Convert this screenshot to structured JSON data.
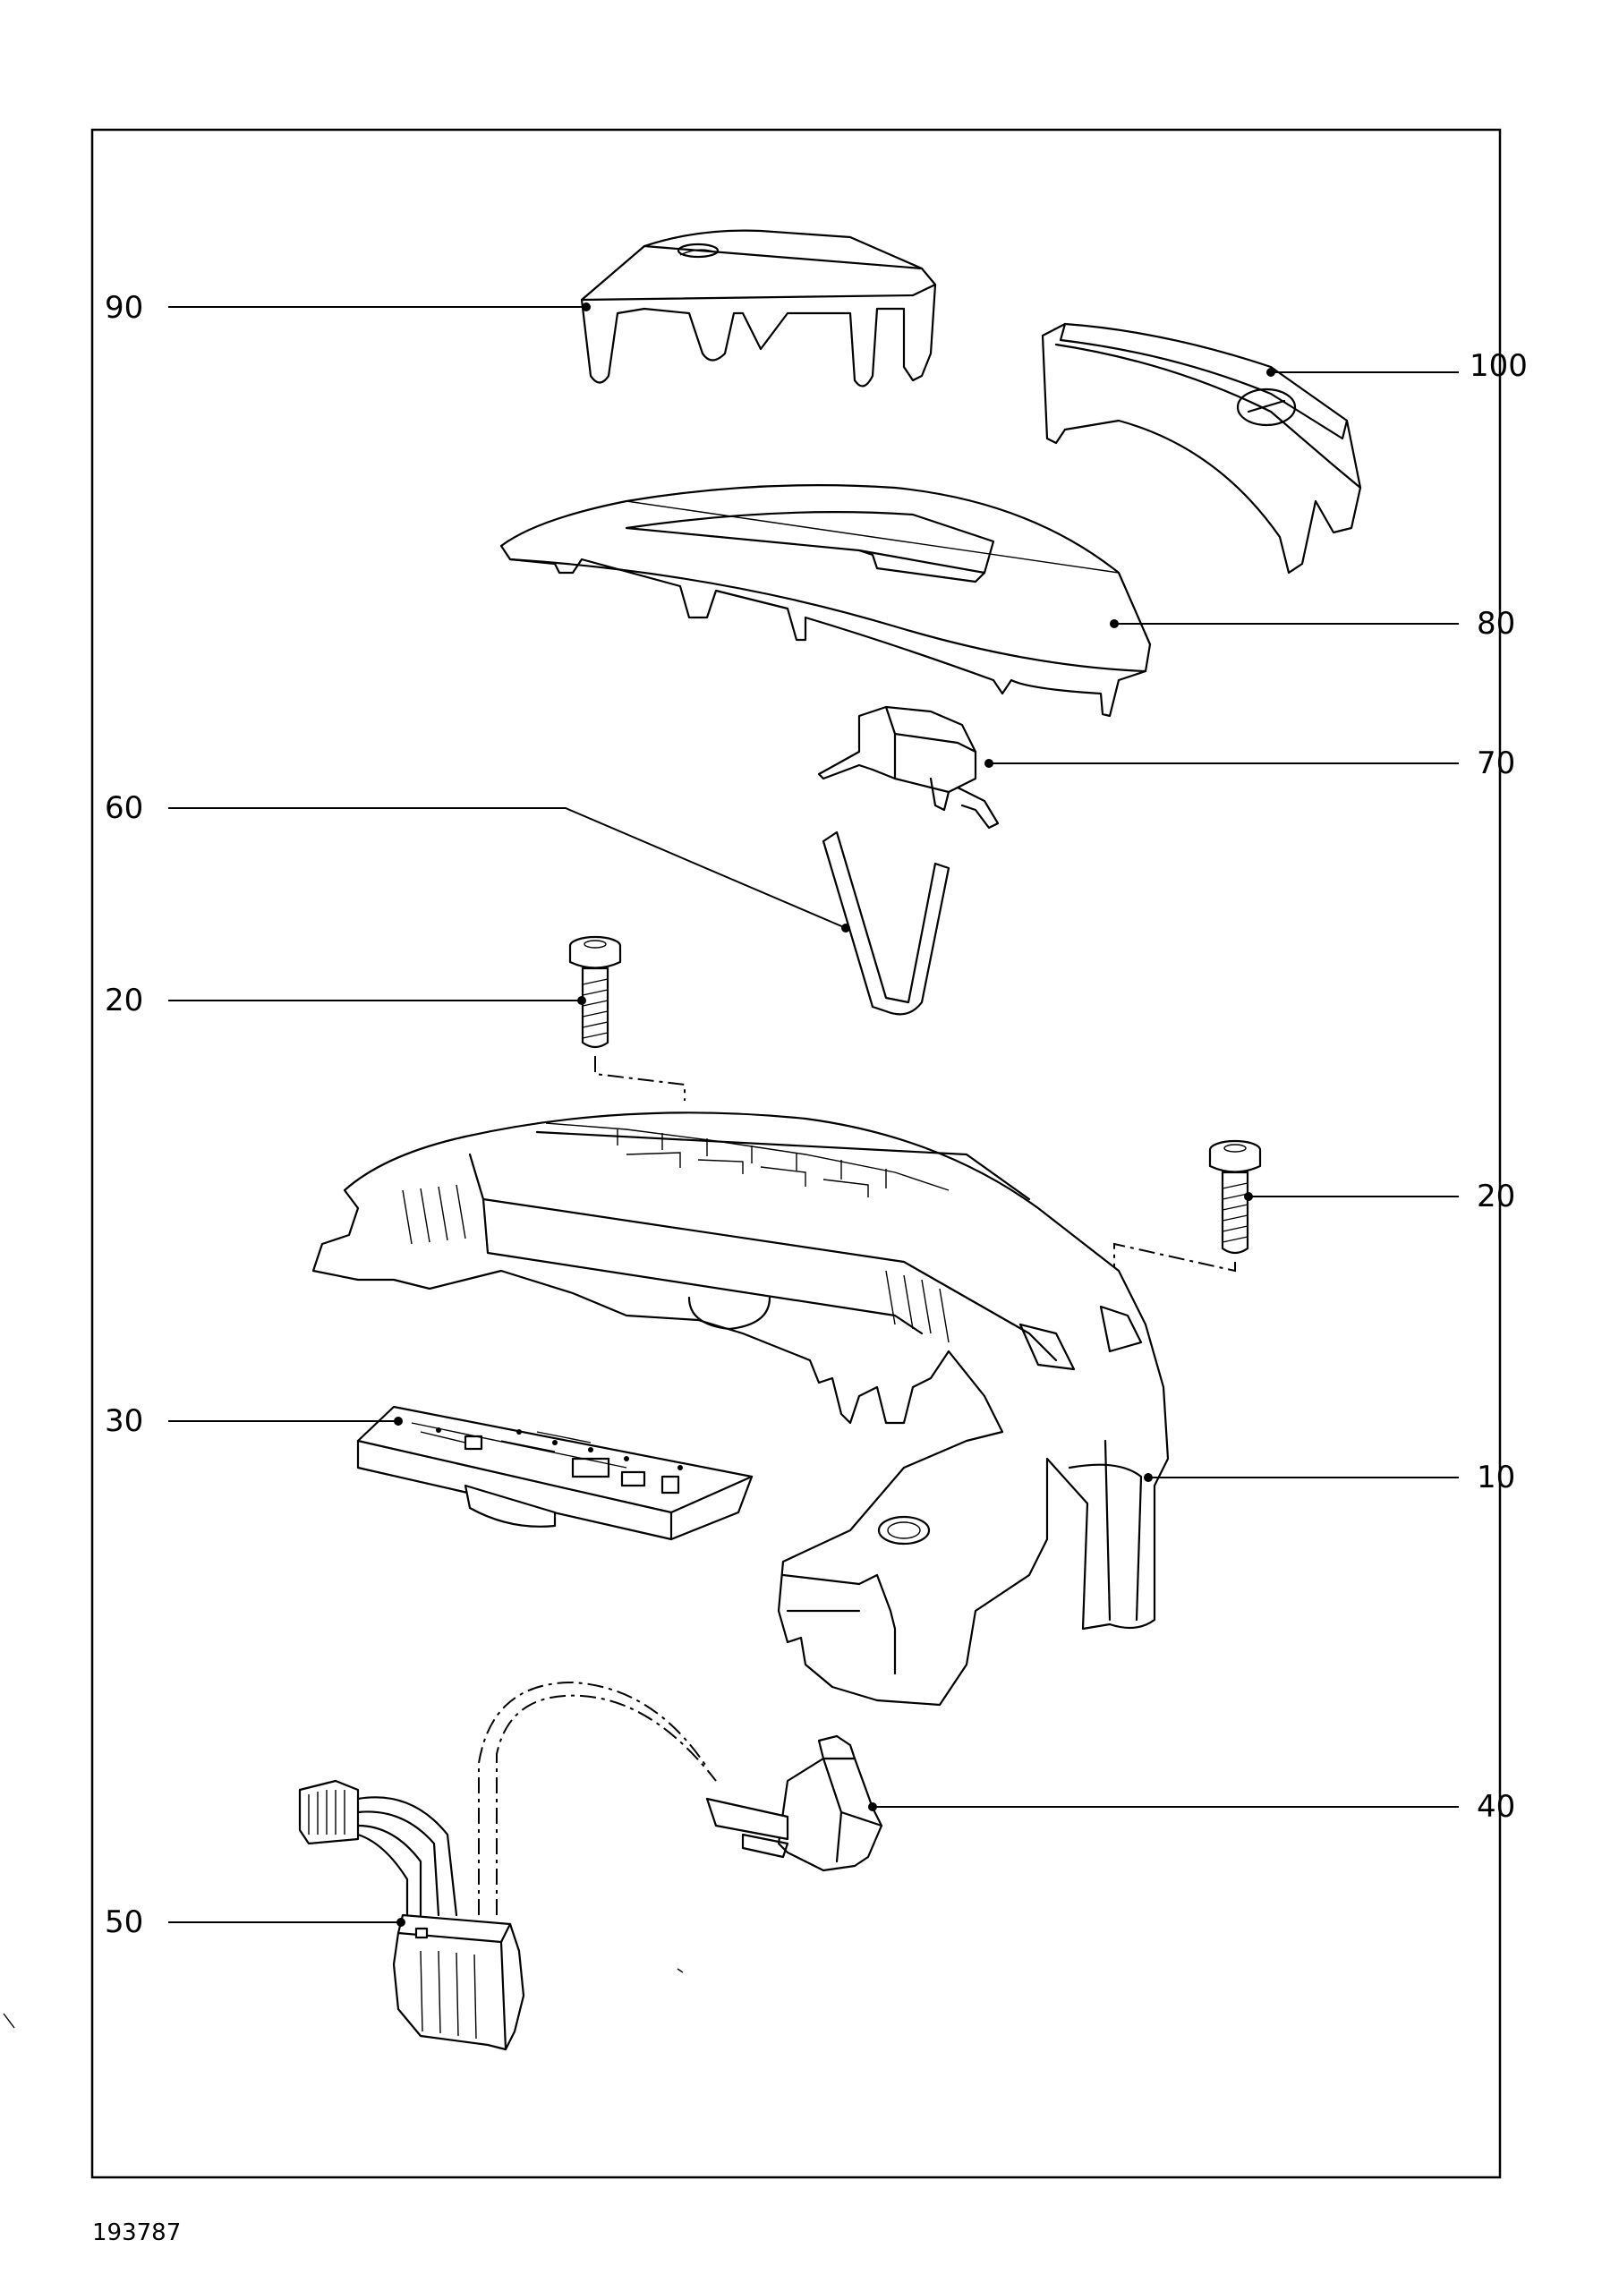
{
  "document_number": "193787",
  "callouts": {
    "c90": "90",
    "c100": "100",
    "c80": "80",
    "c70": "70",
    "c60": "60",
    "c20a": "20",
    "c20b": "20",
    "c30": "30",
    "c10": "10",
    "c40": "40",
    "c50": "50"
  }
}
